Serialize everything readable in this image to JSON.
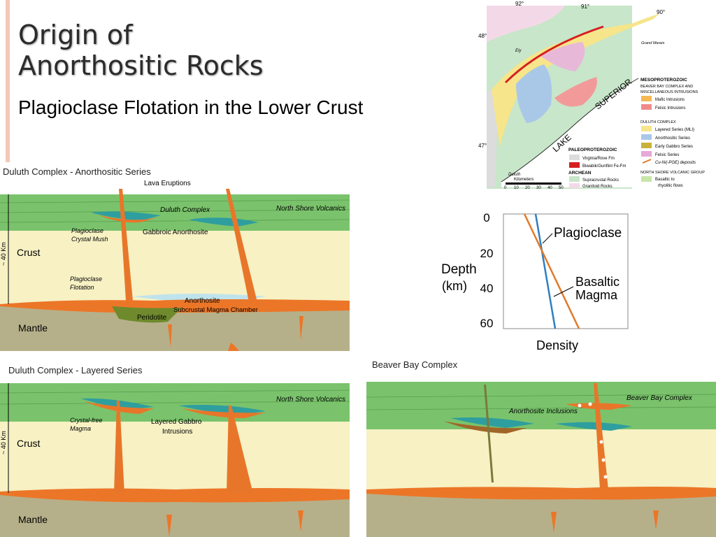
{
  "slide": {
    "title_line1": "Origin of",
    "title_line2": "Anorthositic Rocks",
    "subtitle": "Plagioclase Flotation in the Lower Crust"
  },
  "panel1": {
    "heading": "Duluth Complex - Anorthositic Series",
    "lava": "Lava Eruptions",
    "duluth": "Duluth Complex",
    "nsv": "North Shore Volcanics",
    "mush1": "Plagioclase",
    "mush2": "Crystal Mush",
    "ga": "Gabbroic Anorthosite",
    "flot1": "Plagioclase",
    "flot2": "Flotation",
    "anorthosite": "Anorthosite",
    "chamber": "Subcrustal Magma Chamber",
    "peridotite": "Peridotite",
    "crust": "Crust",
    "mantle": "Mantle",
    "thickness": "~ 40 Km"
  },
  "panel2": {
    "heading": "Duluth Complex - Layered Series",
    "nsv": "North Shore Volcanics",
    "cf1": "Crystal-free",
    "cf2": "Magma",
    "lg1": "Layered Gabbro",
    "lg2": "Intrusions",
    "crust": "Crust",
    "mantle": "Mantle",
    "thickness": "~ 40 Km"
  },
  "panel3": {
    "heading": "Beaver Bay Complex",
    "bbc": "Beaver Bay Complex",
    "inclusions": "Anorthosite Inclusions"
  },
  "density_graph": {
    "tick_labels": [
      "0",
      "20",
      "40",
      "60"
    ],
    "ylabel_line1": "Depth",
    "ylabel_line2": "(km)",
    "xlabel": "Density",
    "series_plagioclase": "Plagioclase",
    "series_basaltic_line1": "Basaltic",
    "series_basaltic_line2": "Magma",
    "colors": {
      "plagioclase": "#2e7fc0",
      "basaltic": "#e07a2a"
    }
  },
  "map": {
    "lon_labels": [
      "92°",
      "91°",
      "90°"
    ],
    "lat_labels": [
      "48°",
      "47°"
    ],
    "place_ely": "Ely",
    "place_grand_marais": "Grand Marais",
    "place_duluth": "Duluth",
    "lake1": "SUPERIOR",
    "lake2": "LAKE",
    "scale_title": "Kilometers",
    "scale_ticks": [
      "0",
      "10",
      "20",
      "30",
      "40",
      "50"
    ],
    "legend": {
      "meso_title": "MESOPROTEROZOIC",
      "bbc_title1": "BEAVER BAY COMPLEX AND",
      "bbc_title2": "MISCELLANEOUS INTRUSIONS",
      "mafic": "Mafic Intrusions",
      "felsic_intr": "Felsic Intrusions",
      "duluth_title": "DULUTH COMPLEX",
      "layered": "Layered Series (MLI)",
      "anorth": "Anorthositic Series",
      "early": "Early Gabbro Series",
      "felsic_series": "Felsic Series",
      "cuni": "Cu-Ni(-PGE) deposits",
      "paleo_title": "PALEOPROTEROZOIC",
      "virginia": "Virginia/Rove Fm",
      "biwabik": "Biwabik/Gunflint Fe-Fm",
      "archean_title": "ARCHEAN",
      "supracrustal": "Supracrustal Rocks",
      "granitoid": "Granitoid Rocks",
      "nsvg_title": "NORTH SHORE VOLCANIC GROUP",
      "basaltic1": "Basaltic to",
      "basaltic2": "rhyolitic flows"
    }
  }
}
